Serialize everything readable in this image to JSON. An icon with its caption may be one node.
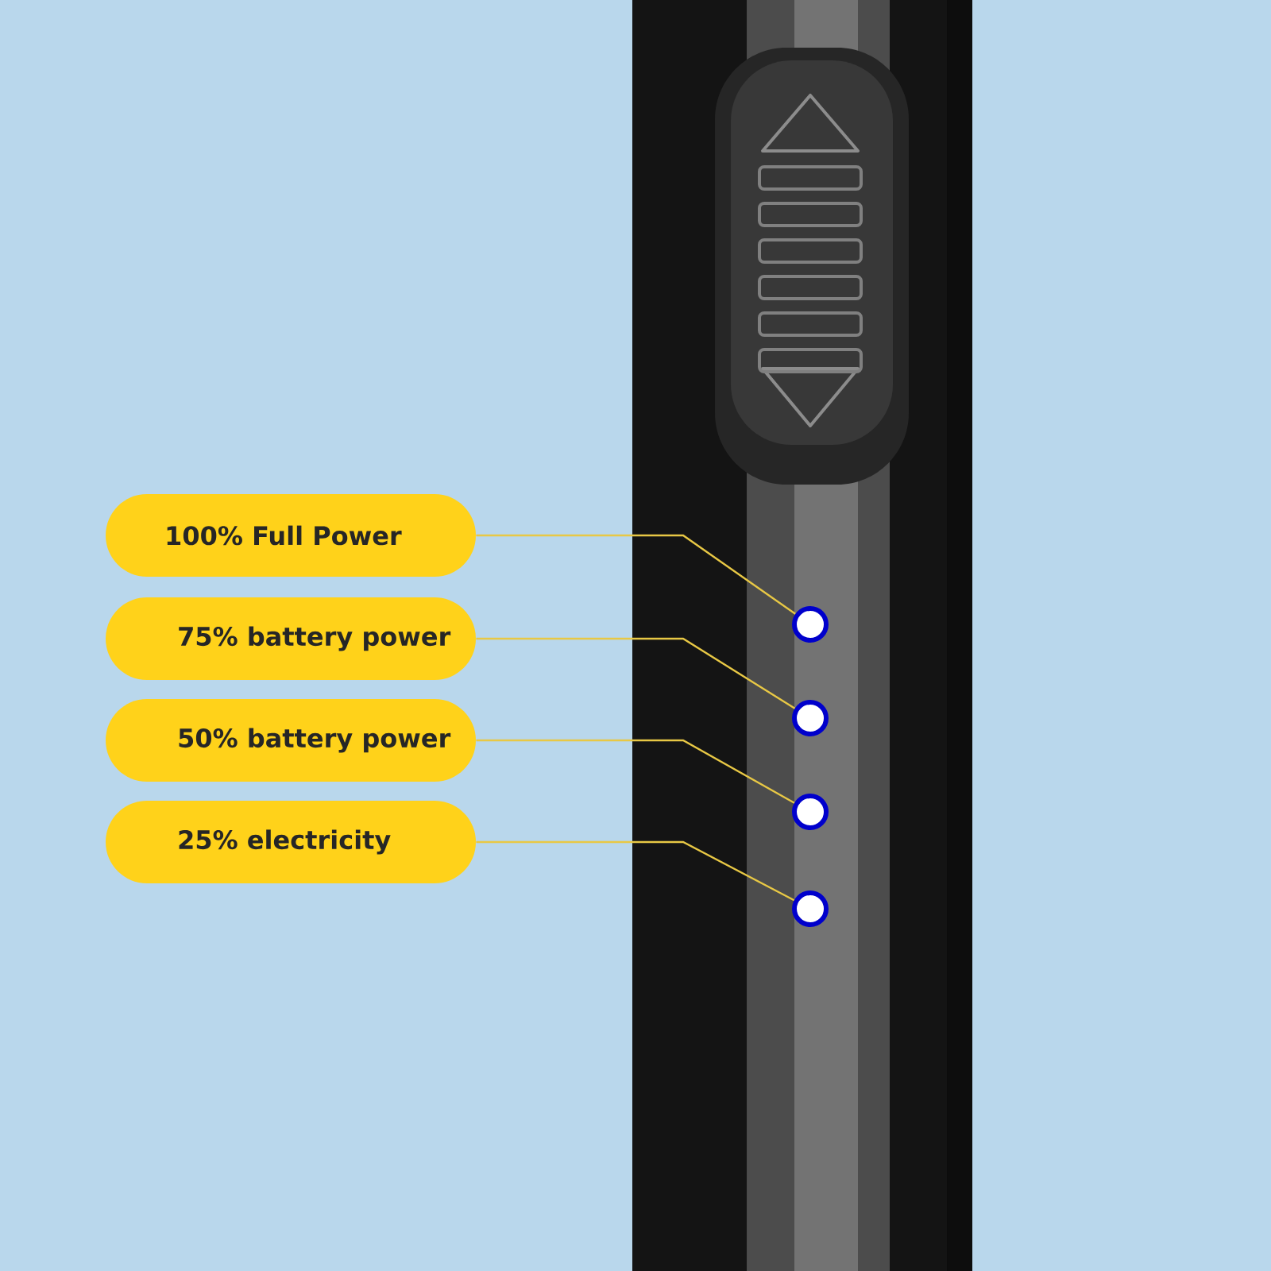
{
  "diagram": {
    "nodes": [
      {
        "text": [
          "100% Full Power"
        ]
      },
      {
        "text": [
          "75% battery power"
        ]
      },
      {
        "text": [
          "50% battery power"
        ]
      },
      {
        "text": [
          "25% electricity"
        ]
      },
      {
        "text": [],
        "shape": "circle"
      },
      {
        "text": [],
        "shape": "circle"
      },
      {
        "text": [],
        "shape": "circle"
      },
      {
        "text": [],
        "shape": "circle"
      }
    ],
    "edges": [
      {
        "from": 0,
        "to": 4,
        "arrow": "none"
      },
      {
        "from": 1,
        "to": 5,
        "arrow": "none"
      },
      {
        "from": 2,
        "to": 6,
        "arrow": "none"
      },
      {
        "from": 3,
        "to": 7,
        "arrow": "none"
      }
    ]
  }
}
